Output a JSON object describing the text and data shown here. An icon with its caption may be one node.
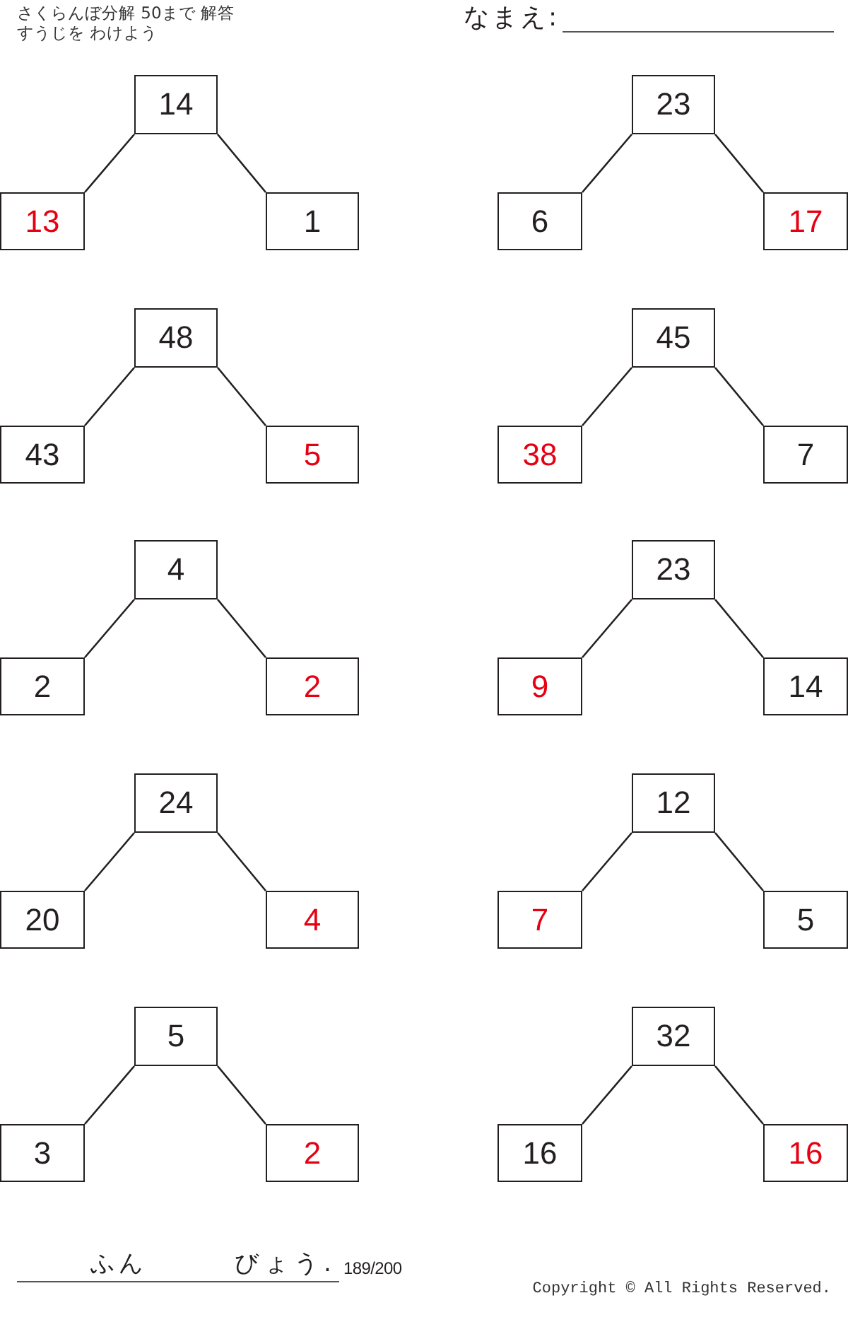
{
  "diagram": {
    "title": "さくらんぼ分解 50まで 解答",
    "nodes": [
      {
        "text": [
          "14"
        ]
      },
      {
        "text": [
          "13"
        ]
      },
      {
        "text": [
          "1"
        ]
      },
      {
        "text": [
          "23"
        ]
      },
      {
        "text": [
          "6"
        ]
      },
      {
        "text": [
          "17"
        ]
      },
      {
        "text": [
          "48"
        ]
      },
      {
        "text": [
          "43"
        ]
      },
      {
        "text": [
          "5"
        ]
      },
      {
        "text": [
          "45"
        ]
      },
      {
        "text": [
          "38"
        ]
      },
      {
        "text": [
          "7"
        ]
      },
      {
        "text": [
          "4"
        ]
      },
      {
        "text": [
          "2"
        ]
      },
      {
        "text": [
          "2"
        ]
      },
      {
        "text": [
          "23"
        ]
      },
      {
        "text": [
          "9"
        ]
      },
      {
        "text": [
          "14"
        ]
      },
      {
        "text": [
          "24"
        ]
      },
      {
        "text": [
          "20"
        ]
      },
      {
        "text": [
          "4"
        ]
      },
      {
        "text": [
          "12"
        ]
      },
      {
        "text": [
          "7"
        ]
      },
      {
        "text": [
          "5"
        ]
      },
      {
        "text": [
          "5"
        ]
      },
      {
        "text": [
          "3"
        ]
      },
      {
        "text": [
          "2"
        ]
      },
      {
        "text": [
          "32"
        ]
      },
      {
        "text": [
          "16"
        ]
      },
      {
        "text": [
          "16"
        ]
      }
    ],
    "edges": [
      {
        "from": 0,
        "to": 1,
        "arrow": "none"
      },
      {
        "from": 0,
        "to": 2,
        "arrow": "none"
      },
      {
        "from": 3,
        "to": 4,
        "arrow": "none"
      },
      {
        "from": 3,
        "to": 5,
        "arrow": "none"
      },
      {
        "from": 6,
        "to": 7,
        "arrow": "none"
      },
      {
        "from": 6,
        "to": 8,
        "arrow": "none"
      },
      {
        "from": 9,
        "to": 10,
        "arrow": "none"
      },
      {
        "from": 9,
        "to": 11,
        "arrow": "none"
      },
      {
        "from": 12,
        "to": 13,
        "arrow": "none"
      },
      {
        "from": 12,
        "to": 14,
        "arrow": "none"
      },
      {
        "from": 15,
        "to": 16,
        "arrow": "none"
      },
      {
        "from": 15,
        "to": 17,
        "arrow": "none"
      },
      {
        "from": 18,
        "to": 19,
        "arrow": "none"
      },
      {
        "from": 18,
        "to": 20,
        "arrow": "none"
      },
      {
        "from": 21,
        "to": 22,
        "arrow": "none"
      },
      {
        "from": 21,
        "to": 23,
        "arrow": "none"
      },
      {
        "from": 24,
        "to": 25,
        "arrow": "none"
      },
      {
        "from": 24,
        "to": 26,
        "arrow": "none"
      },
      {
        "from": 27,
        "to": 28,
        "arrow": "none"
      },
      {
        "from": 27,
        "to": 29,
        "arrow": "none"
      }
    ],
    "labels": [
      "すうじを わけよう",
      "なまえ:",
      "ふん",
      "びょう.",
      "189/200",
      "Copyright © All Rights Reserved."
    ]
  }
}
